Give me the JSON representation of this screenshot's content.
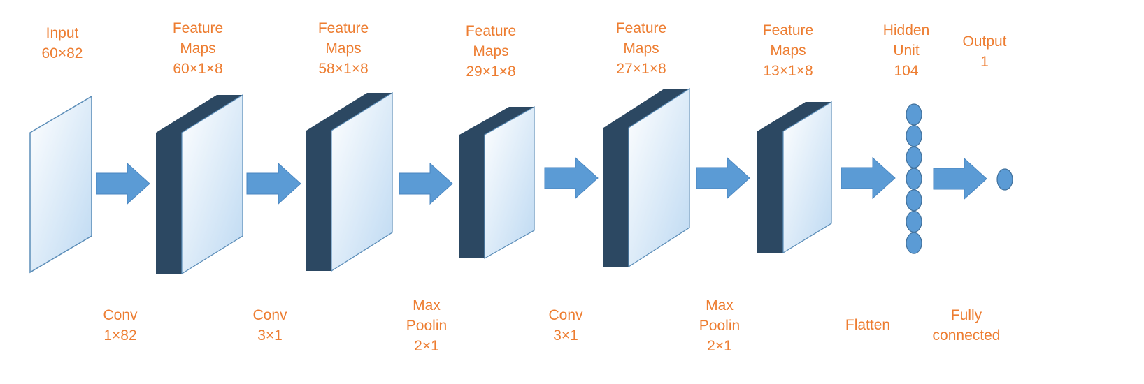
{
  "colors": {
    "label": "#ED7D31",
    "block_side": "#2C4862",
    "block_front_top": "#FFFFFF",
    "block_front_bottom": "#BDD9F2",
    "block_edge": "#5B8DB8",
    "arrow": "#5B9BD5",
    "unit": "#5B9BD5"
  },
  "layers": [
    {
      "id": "input",
      "lines": [
        "Input",
        "60×82"
      ]
    },
    {
      "id": "feature-maps-1",
      "lines": [
        "Feature",
        "Maps",
        "60×1×8"
      ]
    },
    {
      "id": "feature-maps-2",
      "lines": [
        "Feature",
        "Maps",
        "58×1×8"
      ]
    },
    {
      "id": "feature-maps-3",
      "lines": [
        "Feature",
        "Maps",
        "29×1×8"
      ]
    },
    {
      "id": "feature-maps-4",
      "lines": [
        "Feature",
        "Maps",
        "27×1×8"
      ]
    },
    {
      "id": "feature-maps-5",
      "lines": [
        "Feature",
        "Maps",
        "13×1×8"
      ]
    },
    {
      "id": "hidden-unit",
      "lines": [
        "Hidden",
        "Unit",
        "104"
      ]
    },
    {
      "id": "output",
      "lines": [
        "Output",
        "1"
      ]
    }
  ],
  "operations": [
    {
      "id": "conv-1",
      "lines": [
        "Conv",
        "1×82"
      ]
    },
    {
      "id": "conv-2",
      "lines": [
        "Conv",
        "3×1"
      ]
    },
    {
      "id": "maxpool-1",
      "lines": [
        "Max",
        "Poolin",
        "2×1"
      ]
    },
    {
      "id": "conv-3",
      "lines": [
        "Conv",
        "3×1"
      ]
    },
    {
      "id": "maxpool-2",
      "lines": [
        "Max",
        "Poolin",
        "2×1"
      ]
    },
    {
      "id": "flatten",
      "lines": [
        "Flatten"
      ]
    },
    {
      "id": "fully-connected",
      "lines": [
        "Fully",
        "connected"
      ]
    }
  ],
  "hidden_unit_nodes_shown": 7
}
